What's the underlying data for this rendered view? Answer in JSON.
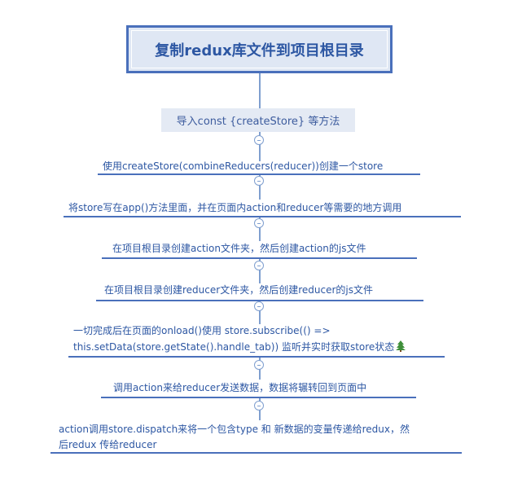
{
  "diagram": {
    "title": "复制redux库文件到项目根目录",
    "import_step": "导入const {createStore}  等方法",
    "steps": [
      {
        "text": "使用createStore(combineReducers(reducer))创建一个store"
      },
      {
        "text": "将store写在app()方法里面，并在页面内action和reducer等需要的地方调用"
      },
      {
        "text": "在项目根目录创建action文件夹，然后创建action的js文件"
      },
      {
        "text": "在项目根目录创建reducer文件夹，然后创建reducer的js文件"
      },
      {
        "line1": "一切完成后在页面的onload()使用 store.subscribe(() =>",
        "line2": "this.setData(store.getState().handle_tab)) 监听并实时获取store状态"
      },
      {
        "text": "调用action来给reducer发送数据，数据将辗转回到页面中"
      },
      {
        "line1": "action调用store.dispatch来将一个包含type 和 新数据的变量传递给redux，然",
        "line2": "后redux 传给reducer"
      }
    ],
    "colors": {
      "primary": "#4a70bb",
      "text": "#2d57a3",
      "box_fill": "#dfe7f4",
      "connector": "#7f9fcf"
    },
    "icons": [
      "tree-icon"
    ]
  }
}
